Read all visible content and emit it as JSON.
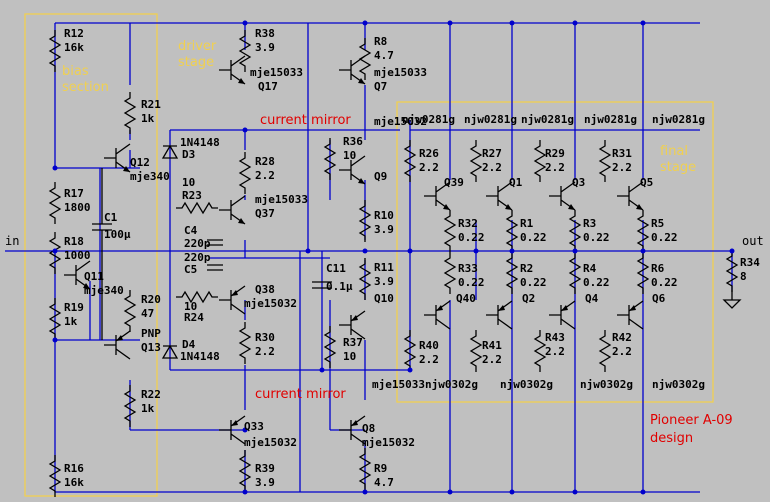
{
  "colors": {
    "background": "#c0c0c0",
    "wire": "#0000cc",
    "component": "#000000",
    "annotation_red": "#e00000",
    "annotation_yellow": "#f0d050"
  },
  "ports": {
    "input": "in",
    "output": "out"
  },
  "annotations": {
    "bias": [
      "bias",
      "section"
    ],
    "driver": [
      "driver",
      "stage"
    ],
    "final": [
      "final",
      "stage"
    ],
    "mirror_top": "current mirror",
    "mirror_bottom": "current mirror",
    "design": [
      "Pioneer A-09",
      "design"
    ]
  },
  "resistors": [
    {
      "ref": "R12",
      "value": "16k"
    },
    {
      "ref": "R38",
      "value": "3.9"
    },
    {
      "ref": "R8",
      "value": "4.7"
    },
    {
      "ref": "R21",
      "value": "1k"
    },
    {
      "ref": "R36",
      "value": "10"
    },
    {
      "ref": "R28",
      "value": "2.2"
    },
    {
      "ref": "R23",
      "value": "10"
    },
    {
      "ref": "R17",
      "value": "1800"
    },
    {
      "ref": "R18",
      "value": "1000"
    },
    {
      "ref": "R19",
      "value": "1k"
    },
    {
      "ref": "R20",
      "value": "47"
    },
    {
      "ref": "R24",
      "value": "10"
    },
    {
      "ref": "R30",
      "value": "2.2"
    },
    {
      "ref": "R22",
      "value": "1k"
    },
    {
      "ref": "R16",
      "value": "16k"
    },
    {
      "ref": "R39",
      "value": "3.9"
    },
    {
      "ref": "R9",
      "value": "4.7"
    },
    {
      "ref": "R10",
      "value": "3.9"
    },
    {
      "ref": "R11",
      "value": "3.9"
    },
    {
      "ref": "R37",
      "value": "10"
    },
    {
      "ref": "R26",
      "value": "2.2"
    },
    {
      "ref": "R27",
      "value": "2.2"
    },
    {
      "ref": "R29",
      "value": "2.2"
    },
    {
      "ref": "R31",
      "value": "2.2"
    },
    {
      "ref": "R32",
      "value": "0.22"
    },
    {
      "ref": "R1",
      "value": "0.22"
    },
    {
      "ref": "R3",
      "value": "0.22"
    },
    {
      "ref": "R5",
      "value": "0.22"
    },
    {
      "ref": "R33",
      "value": "0.22"
    },
    {
      "ref": "R2",
      "value": "0.22"
    },
    {
      "ref": "R4",
      "value": "0.22"
    },
    {
      "ref": "R6",
      "value": "0.22"
    },
    {
      "ref": "R40",
      "value": "2.2"
    },
    {
      "ref": "R41",
      "value": "2.2"
    },
    {
      "ref": "R43",
      "value": "2.2"
    },
    {
      "ref": "R42",
      "value": "2.2"
    },
    {
      "ref": "R34",
      "value": "8"
    }
  ],
  "capacitors": [
    {
      "ref": "C1",
      "value": "100µ"
    },
    {
      "ref": "C4",
      "value": "220p"
    },
    {
      "ref": "C5",
      "value": "220p"
    },
    {
      "ref": "C11",
      "value": "0.1µ"
    }
  ],
  "diodes": [
    {
      "ref": "D3",
      "value": "1N4148"
    },
    {
      "ref": "D4",
      "value": "1N4148"
    }
  ],
  "transistors": [
    {
      "ref": "Q17",
      "model": "mje15033"
    },
    {
      "ref": "Q7",
      "model": "mje15033"
    },
    {
      "ref": "Q12",
      "model": "mje340"
    },
    {
      "ref": "Q37",
      "model": "mje15033"
    },
    {
      "ref": "Q9",
      "model": ""
    },
    {
      "ref": "Q11",
      "model": "mje340"
    },
    {
      "ref": "Q38",
      "model": "mje15032"
    },
    {
      "ref": "Q13",
      "model": "PNP"
    },
    {
      "ref": "Q10",
      "model": ""
    },
    {
      "ref": "Q33",
      "model": "mje15032"
    },
    {
      "ref": "Q8",
      "model": "mje15032"
    },
    {
      "ref": "Q39",
      "model": "njw0281g"
    },
    {
      "ref": "Q1",
      "model": "njw0281g"
    },
    {
      "ref": "Q3",
      "model": "njw0281g"
    },
    {
      "ref": "Q5",
      "model": "njw0281g"
    },
    {
      "ref": "Q40",
      "model": "njw0302g"
    },
    {
      "ref": "Q2",
      "model": "njw0302g"
    },
    {
      "ref": "Q4",
      "model": "njw0302g"
    },
    {
      "ref": "Q6",
      "model": "njw0302g"
    }
  ],
  "extra_labels": {
    "q9_model": "mje15032",
    "q10_model": "mje15033"
  }
}
